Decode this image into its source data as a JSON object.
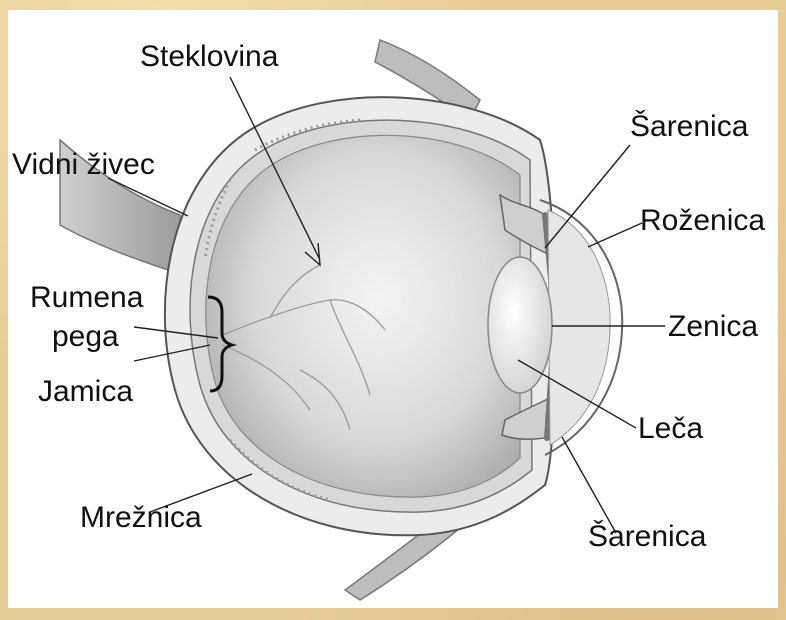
{
  "labels": {
    "steklovina": "Steklovina",
    "vidni_zivec": "Vidni živec",
    "rumena_pega_line1": "Rumena",
    "rumena_pega_line2": "pega",
    "jamica": "Jamica",
    "mreznica": "Mrežnica",
    "sarenica_top": "Šarenica",
    "rozenica": "Roženica",
    "zenica": "Zenica",
    "leca": "Leča",
    "sarenica_bottom": "Šarenica"
  }
}
